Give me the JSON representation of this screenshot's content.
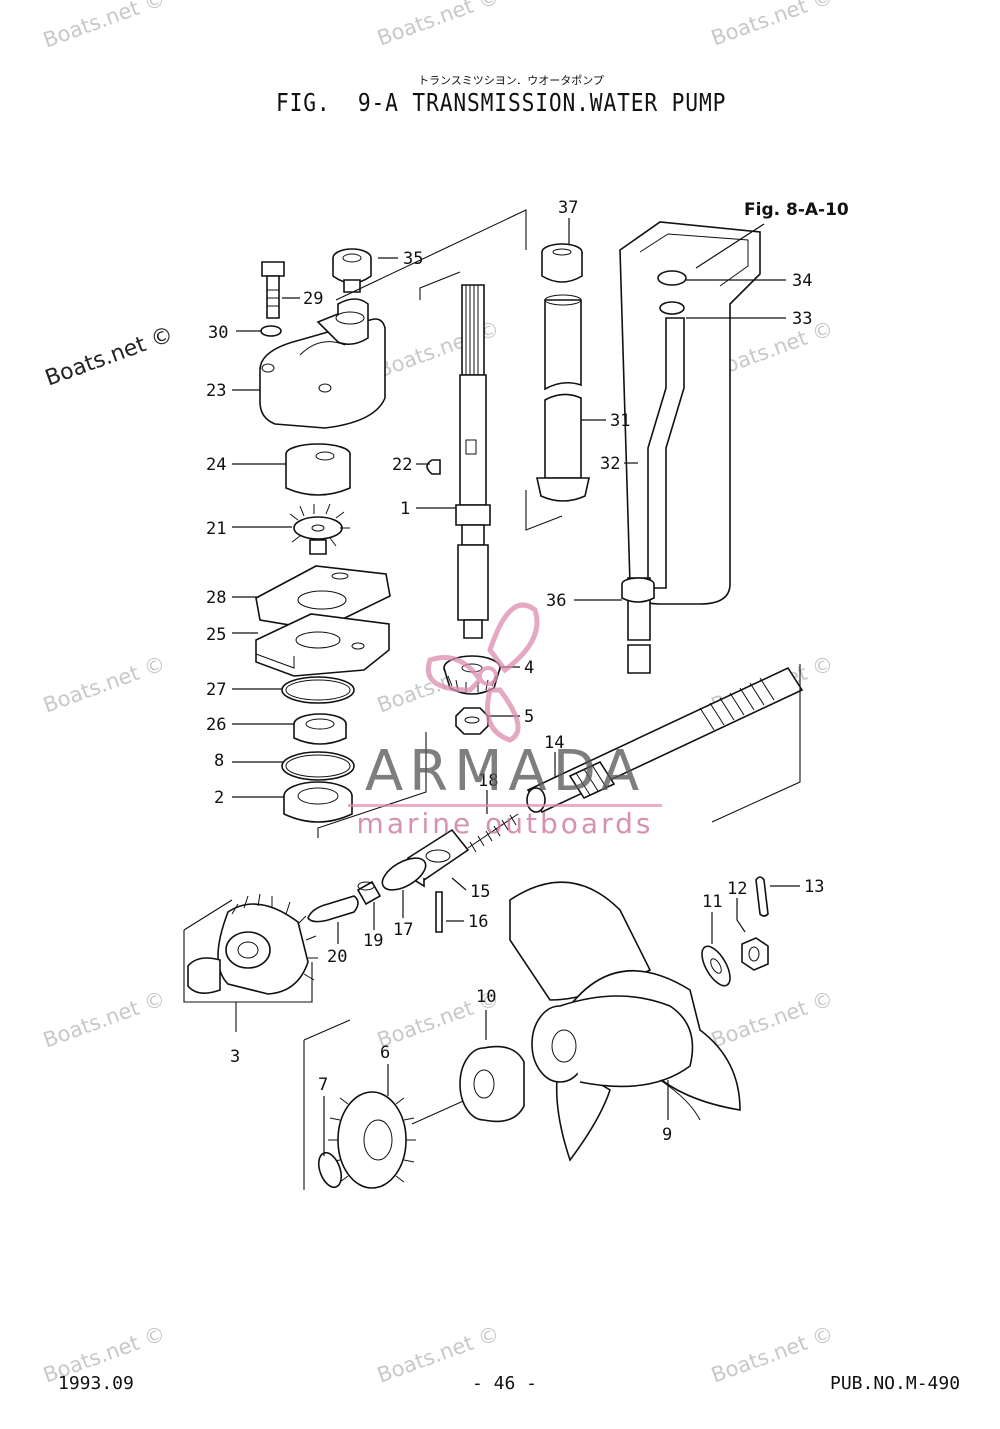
{
  "header": {
    "title_jp": "トランスミツシヨン．ウオータポンプ",
    "title": "FIG.  9-A TRANSMISSION.WATER PUMP",
    "fig_ref": "Fig. 8-A-10"
  },
  "footer": {
    "date": "1993.09",
    "page": "- 46 -",
    "pub": "PUB.NO.M-490"
  },
  "watermark": {
    "text": "Boats.net ©"
  },
  "brand": {
    "name": "ARMADA",
    "tagline": "marine outboards"
  },
  "callouts": [
    "1",
    "2",
    "3",
    "4",
    "5",
    "6",
    "7",
    "8",
    "9",
    "10",
    "11",
    "12",
    "13",
    "14",
    "15",
    "16",
    "17",
    "18",
    "19",
    "20",
    "21",
    "22",
    "23",
    "24",
    "25",
    "26",
    "27",
    "28",
    "29",
    "30",
    "31",
    "32",
    "33",
    "34",
    "35",
    "36",
    "37"
  ],
  "colors": {
    "ink": "#111111",
    "watermark": "#c8c8c8",
    "brand_pink": "#dc8caf"
  }
}
